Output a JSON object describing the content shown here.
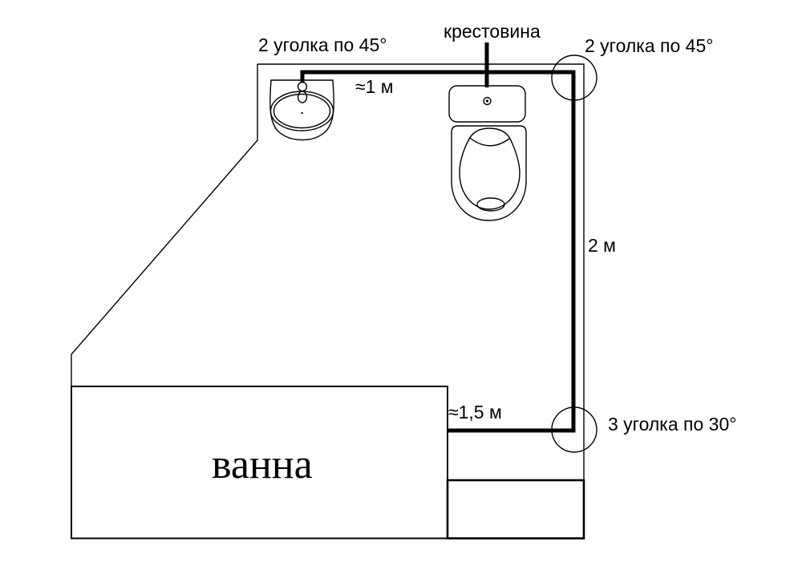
{
  "diagram": {
    "background": "#ffffff",
    "line_color": "#000000",
    "labels": {
      "corner_top_left": "2 уголка по 45°",
      "cross_fitting": "крестовина",
      "corner_top_right": "2 уголка по 45°",
      "run_sink_to_cross": "≈1 м",
      "run_vertical": "2 м",
      "run_bath": "≈1,5 м",
      "corner_bottom_right": "3 уголка по 30°",
      "bathtub": "ванна"
    }
  }
}
